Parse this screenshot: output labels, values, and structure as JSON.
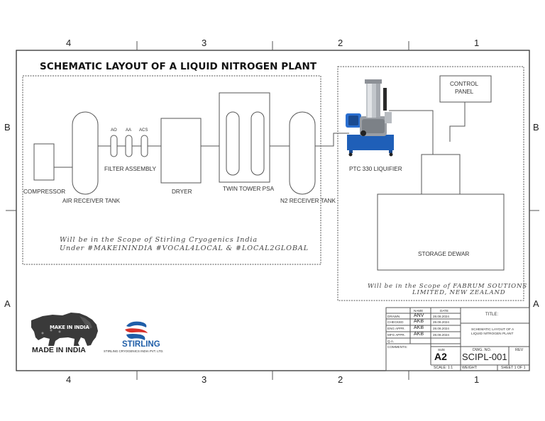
{
  "title": "SCHEMATIC LAYOUT OF A LIQUID NITROGEN PLANT",
  "zones": {
    "top": [
      "4",
      "3",
      "2",
      "1"
    ],
    "bottom": [
      "4",
      "3",
      "2",
      "1"
    ],
    "left": [
      "B",
      "A"
    ],
    "right": [
      "B",
      "A"
    ]
  },
  "components": {
    "compressor": "COMPRESSOR",
    "air_receiver_tank": "AIR  RECEIVER TANK",
    "filter_assembly": "FILTER ASSEMBLY",
    "filter_ao": "AO",
    "filter_aa": "AA",
    "filter_acs": "ACS",
    "dryer": "DRYER",
    "twin_tower_psa": "TWIN TOWER PSA",
    "n2_receiver_tank": "N2 RECEIVER TANK",
    "liquifier": "PTC 330  LIQUIFIER",
    "control_panel_line1": "CONTROL",
    "control_panel_line2": "PANEL",
    "storage_dewar": "STORAGE DEWAR"
  },
  "scope_left": {
    "line1": "Will be in the Scope of Stirling Cryogenics India",
    "line2": "Under #MAKEININDIA #VOCAL4LOCAL & #LOCAL2GLOBAL"
  },
  "scope_right": {
    "line1": "Will be in the Scope of FABRUM SOUTIONS",
    "line2": "LIMITED, NEW ZEALAND"
  },
  "logos": {
    "make_in_india_badge": "MAKE IN INDIA",
    "made_in_india": "MADE IN INDIA",
    "stirling": "STIRLING",
    "stirling_sub": "STIRLING CRYOGENICS INDIA PVT. LTD."
  },
  "title_block": {
    "col_name": "NAME",
    "col_date": "DATE",
    "rows": [
      {
        "role": "DRAWN",
        "name": "ANV",
        "date": "28.08.2024"
      },
      {
        "role": "CHECKED",
        "name": "AKB",
        "date": "28.08.2024"
      },
      {
        "role": "ENG APPR.",
        "name": "AKB",
        "date": "28.08.2024"
      },
      {
        "role": "MFG APPR.",
        "name": "AKB",
        "date": "28.08.2024"
      },
      {
        "role": "Q.A.",
        "name": "",
        "date": ""
      }
    ],
    "comments": "COMMENTS:",
    "title_label": "TITLE:",
    "title_line1": "SCHEMATIC LAYOUT OF A",
    "title_line2": "LIQUID NITROGEN PLANT",
    "size_label": "SIZE",
    "size": "A2",
    "dwg_label": "DWG.  NO.",
    "dwg_no": "SCIPL-001",
    "rev_label": "REV",
    "scale": "SCALE: 1:1",
    "weight": "WEIGHT:",
    "sheet": "SHEET 1 OF 1"
  },
  "colors": {
    "line": "#555555",
    "make_in_india": "#3a3a3a",
    "stirling_red": "#d8312b",
    "stirling_blue": "#1f5ea8",
    "liquifier_blue": "#1f5fb8"
  }
}
